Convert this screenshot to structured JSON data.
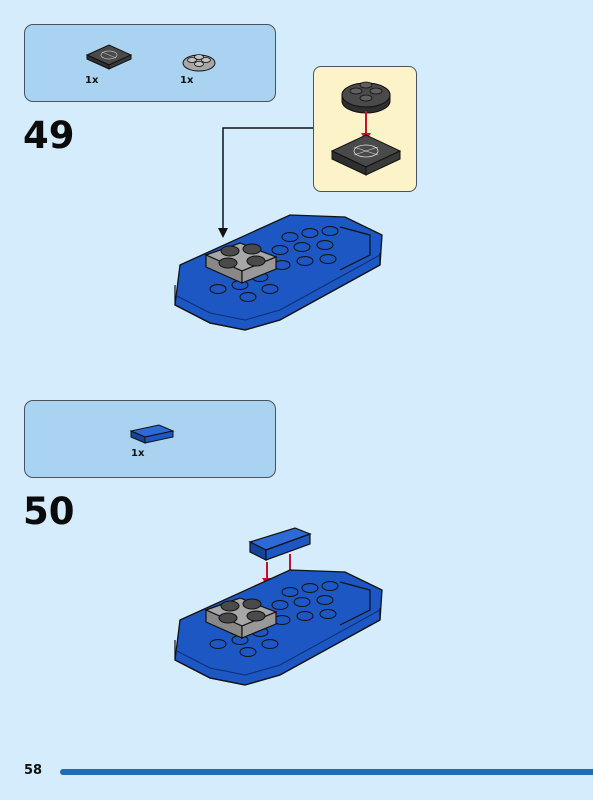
{
  "page_number": "58",
  "colors": {
    "background": "#d4ecfb",
    "parts_panel": "#a9d3f1",
    "callout": "#fcf3c9",
    "brick_blue": "#1d57c4",
    "dark_gray": "#4a4a4a",
    "light_gray": "#a7a7a7",
    "arrow_red": "#c8102e",
    "page_bar": "#1f6db2"
  },
  "steps": [
    {
      "number": "49",
      "parts": [
        {
          "icon": "dark-gray-plate-2x2-icon",
          "quantity": "1x"
        },
        {
          "icon": "light-gray-round-plate-icon",
          "quantity": "1x"
        }
      ]
    },
    {
      "number": "50",
      "parts": [
        {
          "icon": "blue-tile-1x2-icon",
          "quantity": "1x"
        }
      ]
    }
  ]
}
